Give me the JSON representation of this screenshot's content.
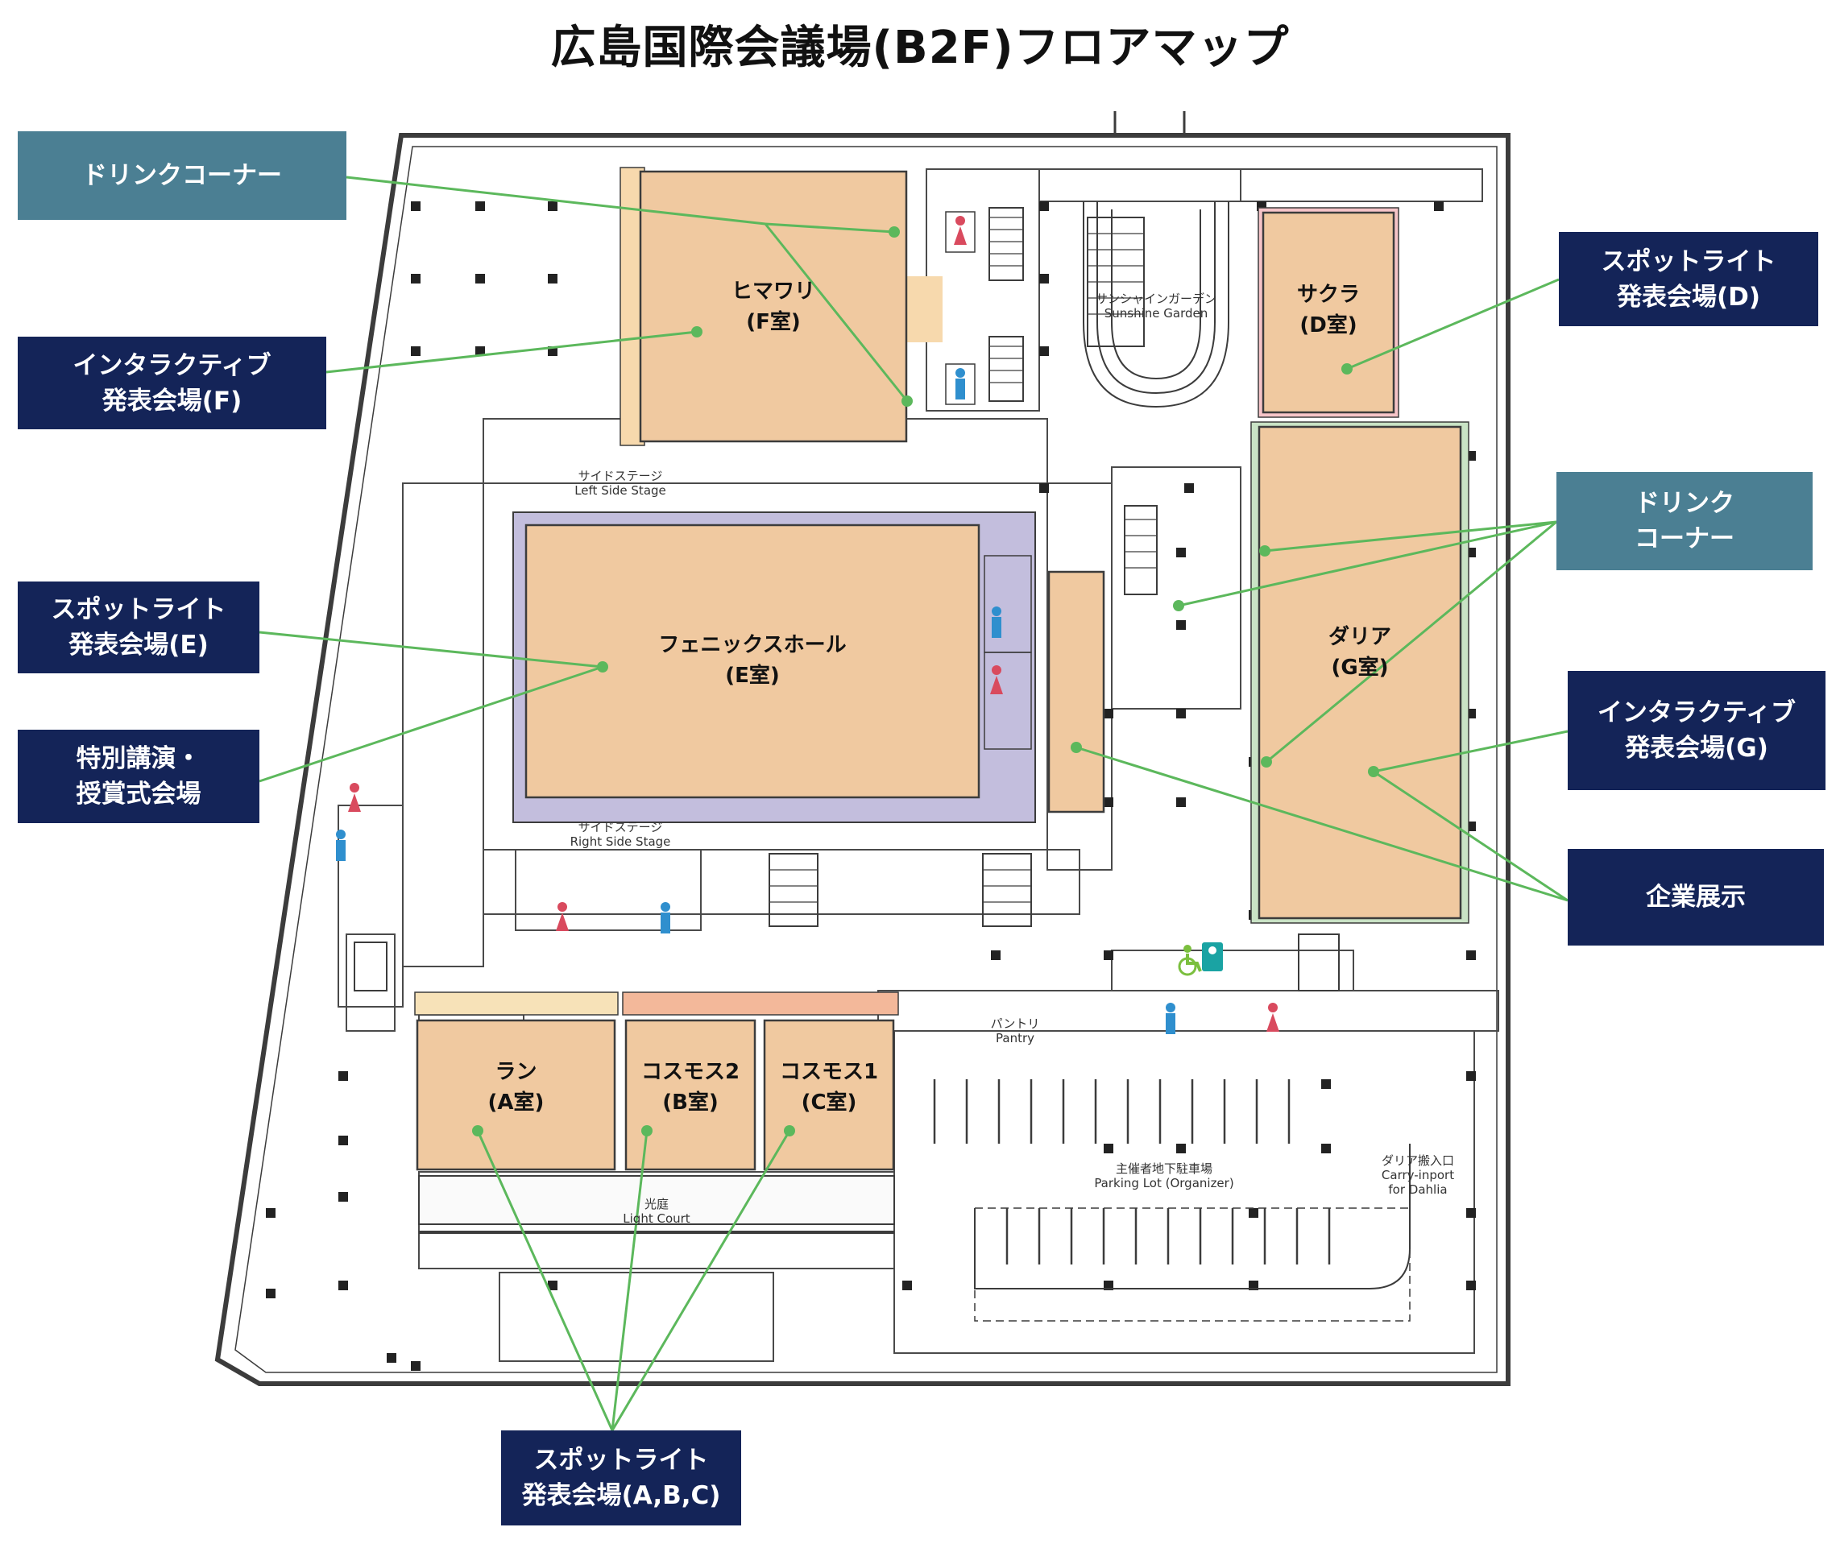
{
  "title": "広島国際会議場(B2F)フロアマップ",
  "colors": {
    "room": "#f0c9a0",
    "hall_border": "#c3bedd",
    "callout_navy": "#142458",
    "callout_teal": "#4b7f93",
    "leader_line": "#5cb85c",
    "wall": "#3c3c3c"
  },
  "rooms": [
    {
      "key": "himawari",
      "name": "ヒマワリ",
      "sub": "(F室)"
    },
    {
      "key": "sakura",
      "name": "サクラ",
      "sub": "(D室)"
    },
    {
      "key": "phoenix",
      "name": "フェニックスホール",
      "sub": "(E室)"
    },
    {
      "key": "dahlia",
      "name": "ダリア",
      "sub": "(G室)"
    },
    {
      "key": "ran",
      "name": "ラン",
      "sub": "(A室)"
    },
    {
      "key": "cosmos2",
      "name": "コスモス2",
      "sub": "(B室)"
    },
    {
      "key": "cosmos1",
      "name": "コスモス1",
      "sub": "(C室)"
    }
  ],
  "places": {
    "sunshine_ja": "サンシャインガーデン",
    "sunshine_en": "Sunshine Garden",
    "left_stage_ja": "サイドステージ",
    "left_stage_en": "Left Side Stage",
    "right_stage_ja": "サイドステージ",
    "right_stage_en": "Right Side Stage",
    "pantry_ja": "パントリ",
    "pantry_en": "Pantry",
    "parking_ja": "主催者地下駐車場",
    "parking_en": "Parking Lot (Organizer)",
    "carry_ja": "ダリア搬入口",
    "carry_en1": "Carry-inport",
    "carry_en2": "for Dahlia",
    "light_court_ja": "光庭",
    "light_court_en": "Light Court"
  },
  "callouts": [
    {
      "key": "drink_left",
      "lines": [
        "ドリンクコーナー"
      ],
      "style": "teal"
    },
    {
      "key": "interactive_f",
      "lines": [
        "インタラクティブ",
        "発表会場(F)"
      ],
      "style": "navy"
    },
    {
      "key": "spotlight_e",
      "lines": [
        "スポットライト",
        "発表会場(E)"
      ],
      "style": "navy"
    },
    {
      "key": "special",
      "lines": [
        "特別講演・",
        "授賞式会場"
      ],
      "style": "navy"
    },
    {
      "key": "spotlight_d",
      "lines": [
        "スポットライト",
        "発表会場(D)"
      ],
      "style": "navy"
    },
    {
      "key": "drink_right",
      "lines": [
        "ドリンク",
        "コーナー"
      ],
      "style": "teal"
    },
    {
      "key": "interactive_g",
      "lines": [
        "インタラクティブ",
        "発表会場(G)"
      ],
      "style": "navy"
    },
    {
      "key": "exhibit",
      "lines": [
        "企業展示"
      ],
      "style": "navy"
    },
    {
      "key": "spotlight_abc",
      "lines": [
        "スポットライト",
        "発表会場(A,B,C)"
      ],
      "style": "navy"
    }
  ],
  "icons": [
    "womens-restroom-icon",
    "mens-restroom-icon",
    "accessible-restroom-icon"
  ]
}
